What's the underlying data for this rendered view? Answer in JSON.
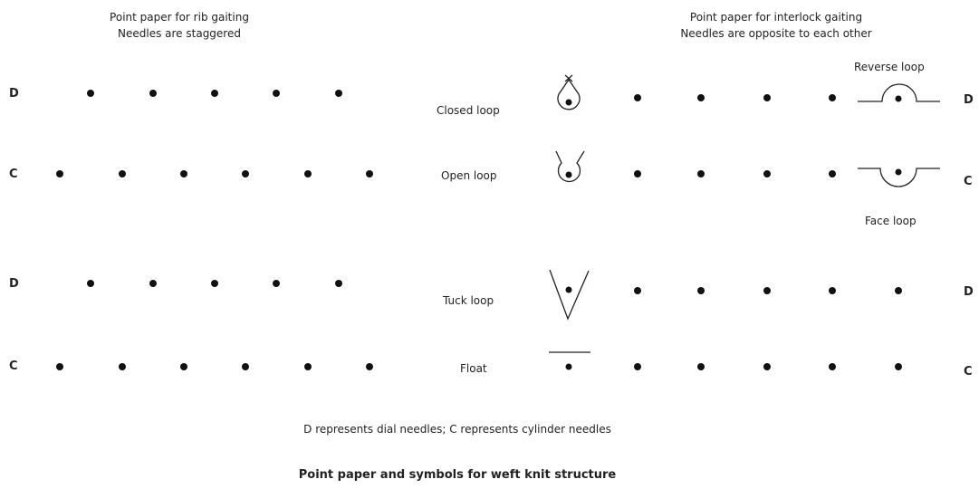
{
  "rib": {
    "title": "Point paper for rib gaiting",
    "subtitle": "Needles are staggered",
    "row_labels": [
      "D",
      "C",
      "D",
      "C"
    ]
  },
  "interlock": {
    "title": "Point paper for interlock gaiting",
    "subtitle": "Needles are opposite to each other",
    "row_labels": [
      "D",
      "C",
      "D",
      "C"
    ]
  },
  "symbols": {
    "closed_loop": "Closed loop",
    "open_loop": "Open loop",
    "tuck_loop": "Tuck loop",
    "float": "Float",
    "reverse_loop": "Reverse loop",
    "face_loop": "Face loop"
  },
  "legend": "D represents dial needles; C represents cylinder needles",
  "caption": "Point paper and symbols for weft knit structure"
}
